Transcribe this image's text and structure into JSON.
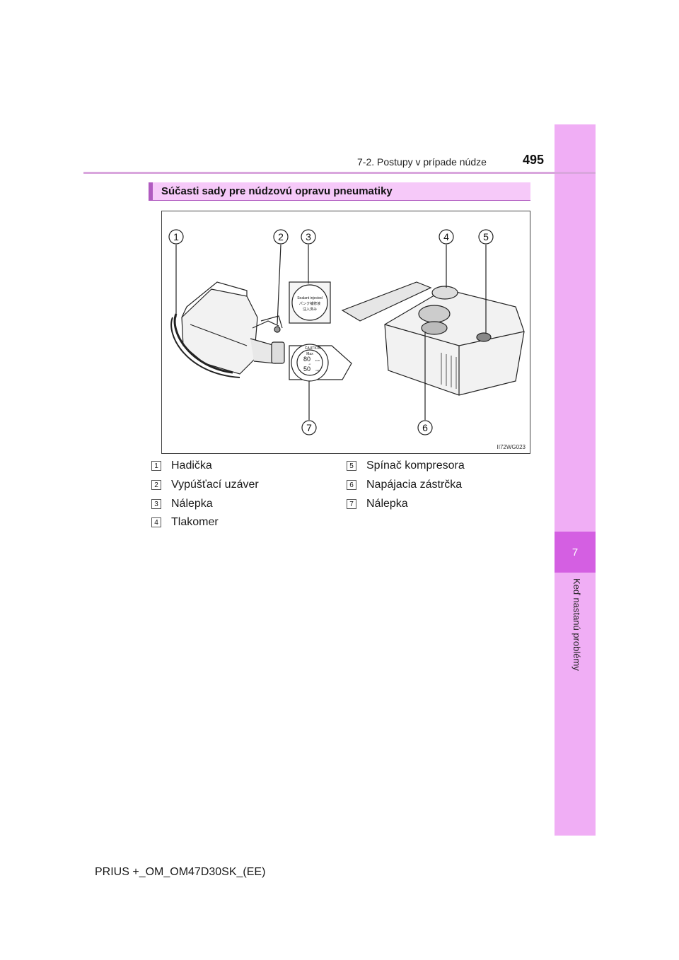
{
  "header": {
    "section": "7-2. Postupy v prípade núdze",
    "page_number": "495"
  },
  "side_tab": {
    "chapter": "7",
    "label": "Keď nastanú problémy"
  },
  "section_title": "Súčasti sady pre núdzovú opravu pneumatiky",
  "figure": {
    "code": "II72WG023",
    "callouts": [
      "1",
      "2",
      "3",
      "4",
      "5",
      "6",
      "7"
    ],
    "sticker_sealant": [
      "Sealant injected",
      "パンク補修液",
      "注入済み"
    ],
    "sticker_caution": {
      "top": "CAUTION",
      "max": "Max",
      "speed_1": "80",
      "speed_1_unit": "km/h",
      "or": "or",
      "speed_2": "50",
      "speed_2_unit": "mph"
    }
  },
  "legend": [
    {
      "num": "1",
      "text": "Hadička"
    },
    {
      "num": "2",
      "text": "Vypúšťací uzáver"
    },
    {
      "num": "3",
      "text": "Nálepka"
    },
    {
      "num": "4",
      "text": "Tlakomer"
    },
    {
      "num": "5",
      "text": "Spínač kompresora"
    },
    {
      "num": "6",
      "text": "Napájacia zástrčka"
    },
    {
      "num": "7",
      "text": "Nálepka"
    }
  ],
  "footer": "PRIUS +_OM_OM47D30SK_(EE)"
}
